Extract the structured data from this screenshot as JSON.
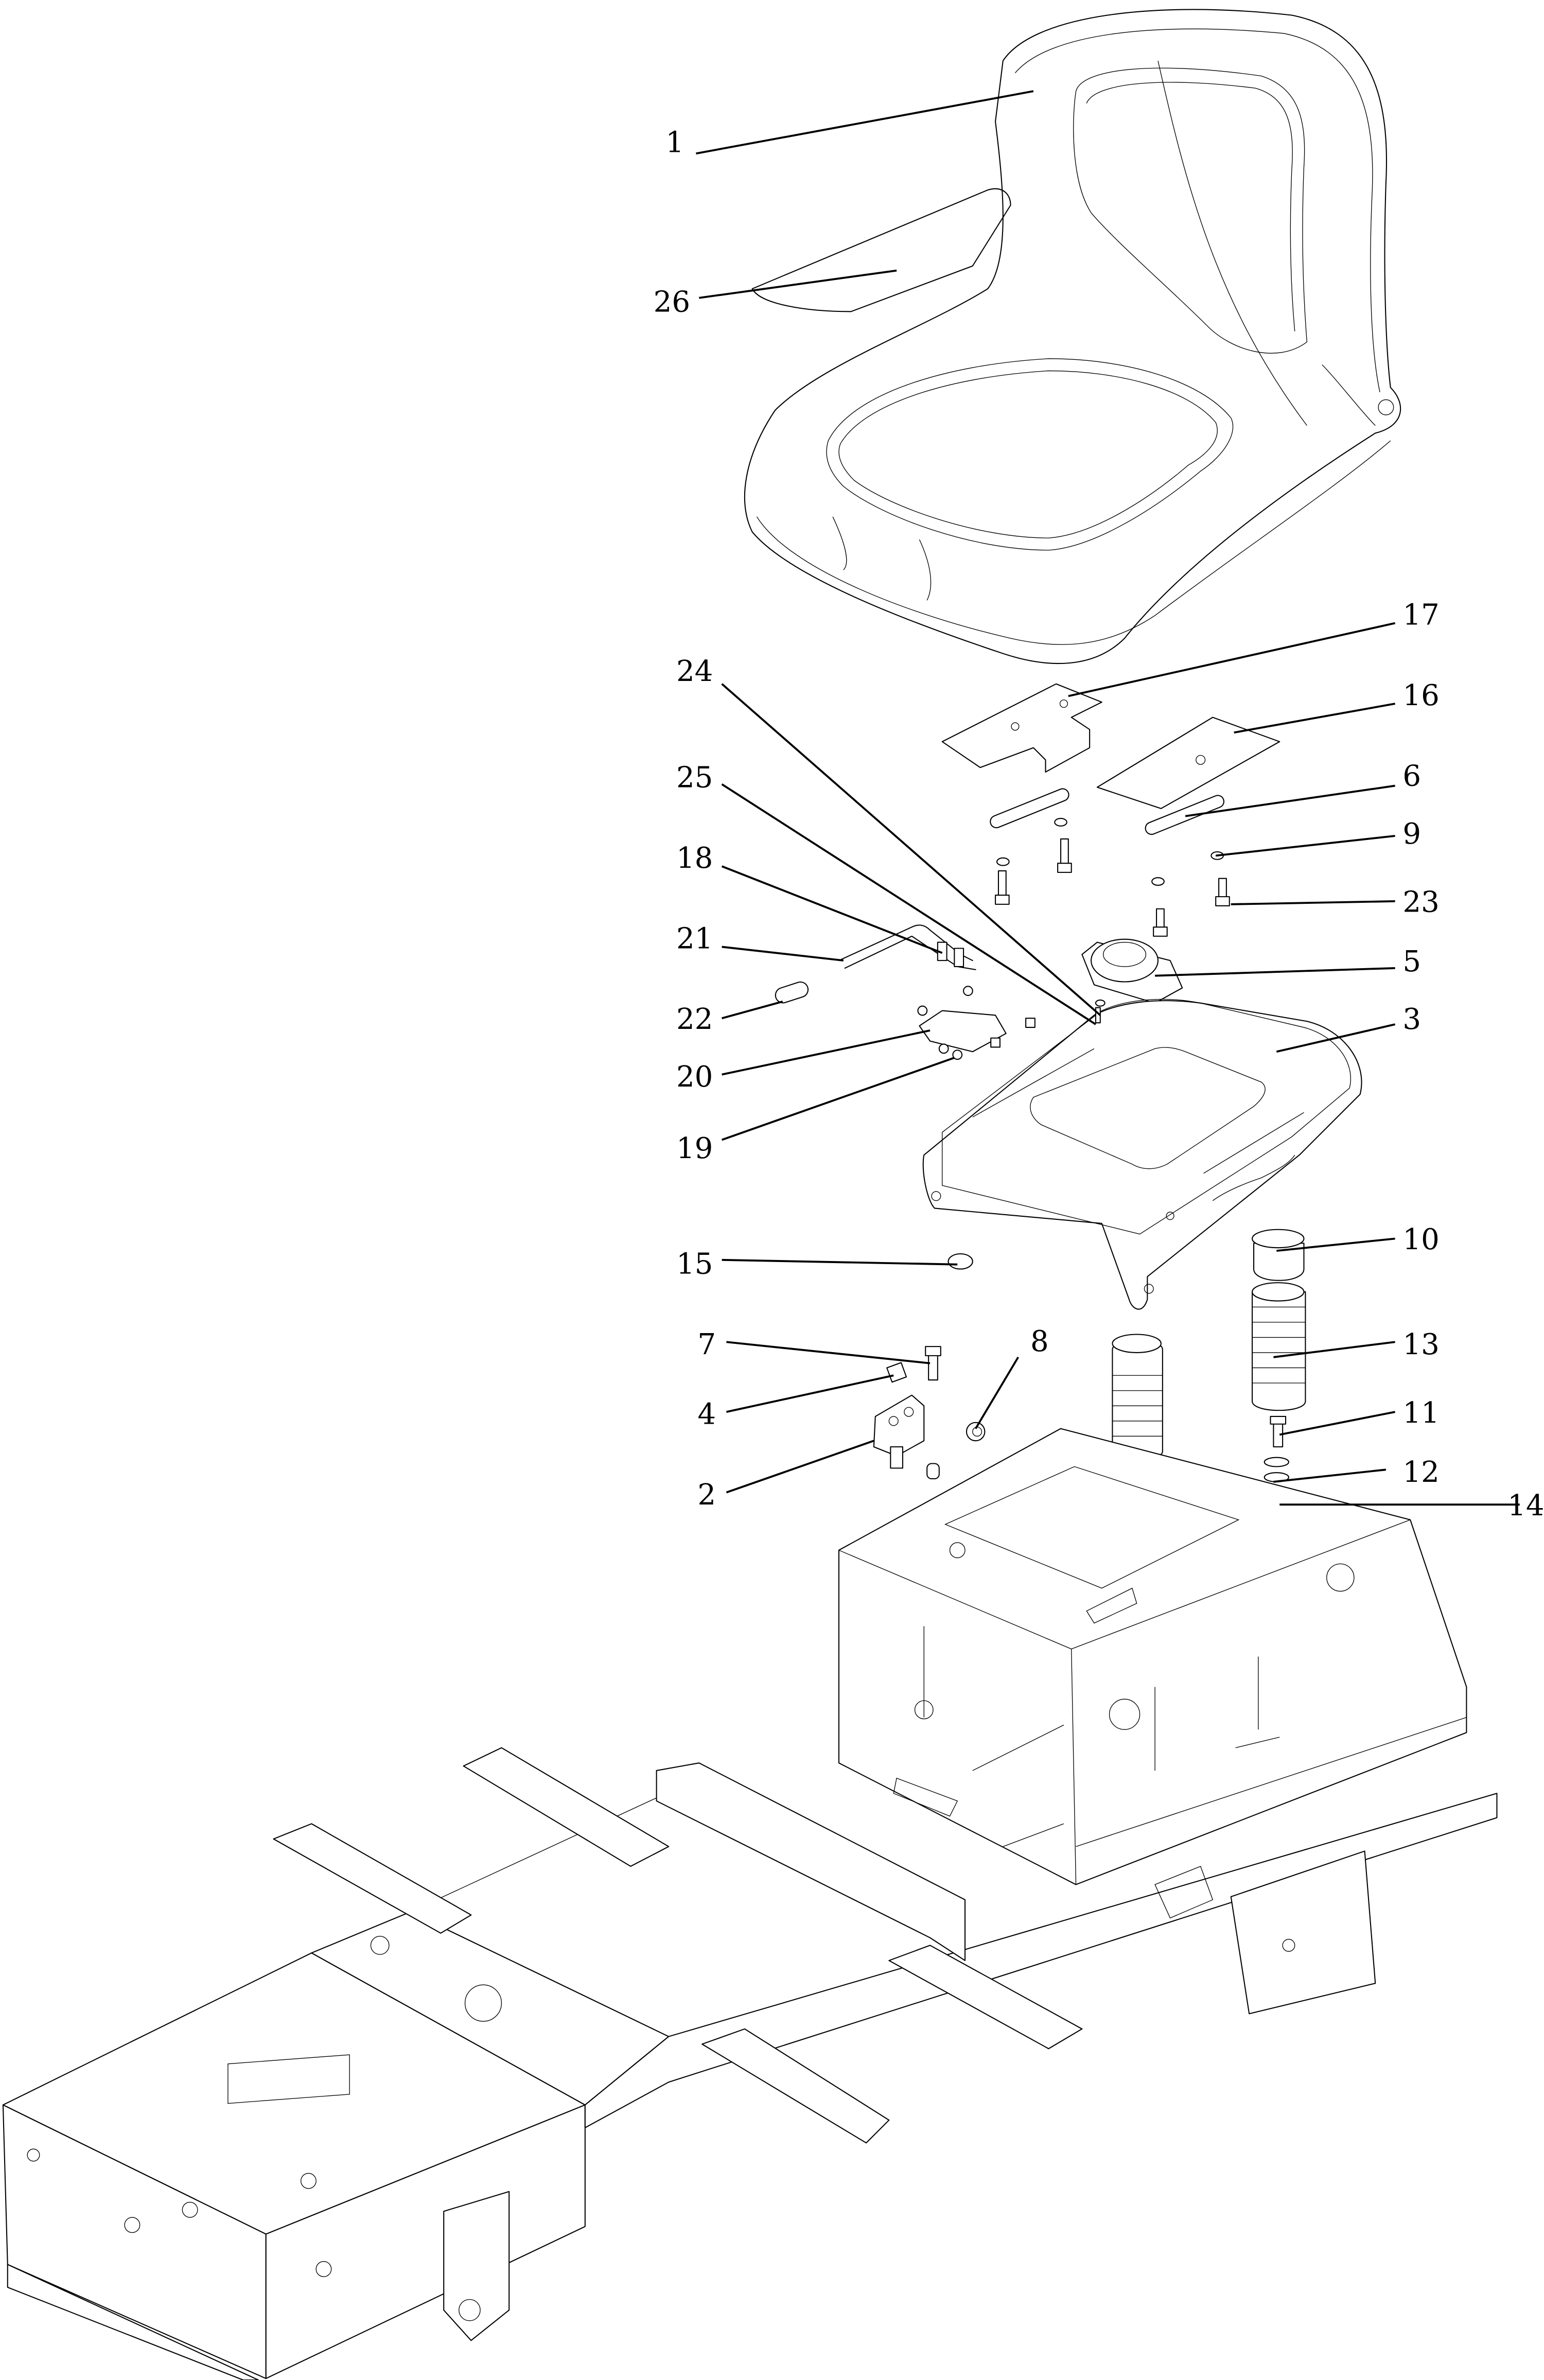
{
  "diagram": {
    "title": "Seat and frame assembly exploded view",
    "callouts": [
      {
        "id": "c1",
        "label": "1"
      },
      {
        "id": "c26",
        "label": "26"
      },
      {
        "id": "c17",
        "label": "17"
      },
      {
        "id": "c16",
        "label": "16"
      },
      {
        "id": "c6",
        "label": "6"
      },
      {
        "id": "c9",
        "label": "9"
      },
      {
        "id": "c23",
        "label": "23"
      },
      {
        "id": "c5",
        "label": "5"
      },
      {
        "id": "c3",
        "label": "3"
      },
      {
        "id": "c24",
        "label": "24"
      },
      {
        "id": "c25",
        "label": "25"
      },
      {
        "id": "c18",
        "label": "18"
      },
      {
        "id": "c21",
        "label": "21"
      },
      {
        "id": "c22",
        "label": "22"
      },
      {
        "id": "c20",
        "label": "20"
      },
      {
        "id": "c19",
        "label": "19"
      },
      {
        "id": "c15",
        "label": "15"
      },
      {
        "id": "c7",
        "label": "7"
      },
      {
        "id": "c4",
        "label": "4"
      },
      {
        "id": "c2",
        "label": "2"
      },
      {
        "id": "c8",
        "label": "8"
      },
      {
        "id": "c10",
        "label": "10"
      },
      {
        "id": "c13",
        "label": "13"
      },
      {
        "id": "c11",
        "label": "11"
      },
      {
        "id": "c12",
        "label": "12"
      },
      {
        "id": "c14",
        "label": "14"
      }
    ],
    "colors": {
      "line": "#000000",
      "background": "#ffffff"
    }
  }
}
